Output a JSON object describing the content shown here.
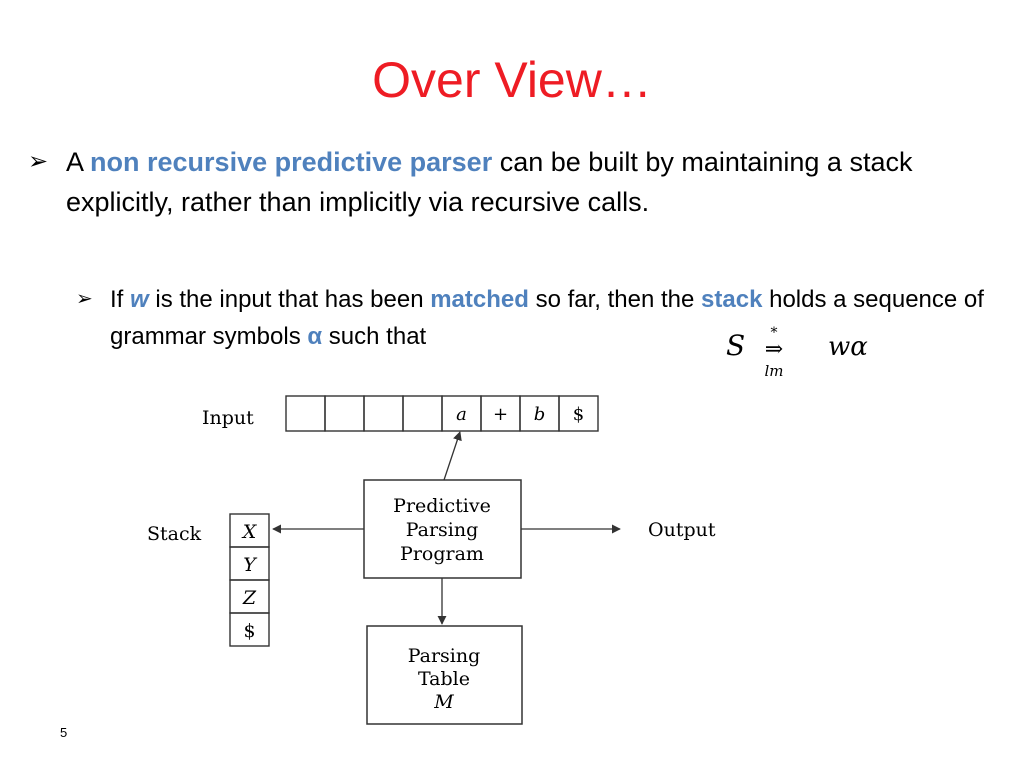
{
  "colors": {
    "title": "#ee1c24",
    "highlight": "#4f81bd",
    "text": "#000000"
  },
  "title": "Over View…",
  "bullet1": {
    "marker_icon": "arrow-bullet-icon",
    "marker": "➢",
    "text_a": "A ",
    "highlight": "non recursive predictive parser",
    "text_b": " can be built by maintaining a stack explicitly, rather than implicitly via recursive calls."
  },
  "bullet2": {
    "marker_icon": "arrow-bullet-icon",
    "marker": "➢",
    "text_a": "If ",
    "w": "w",
    "text_b": " is the input that has been ",
    "matched": "matched",
    "text_c": " so far, then the ",
    "stack": "stack",
    "text_d": " holds a sequence of grammar symbols ",
    "alpha": "α",
    "text_e": " such that"
  },
  "formula": {
    "lhs": "S",
    "star": "*",
    "arrow": "⇒",
    "sub": "lm",
    "rhs": "wα"
  },
  "diagram": {
    "input_label": "Input",
    "input_cells": [
      "",
      "",
      "",
      "",
      "a",
      "+",
      "b",
      "$"
    ],
    "program_lines": [
      "Predictive",
      "Parsing",
      "Program"
    ],
    "stack_label": "Stack",
    "stack_cells": [
      "X",
      "Y",
      "Z",
      "$"
    ],
    "output_label": "Output",
    "table_lines": [
      "Parsing",
      "Table",
      "M"
    ]
  },
  "page_number": "5"
}
